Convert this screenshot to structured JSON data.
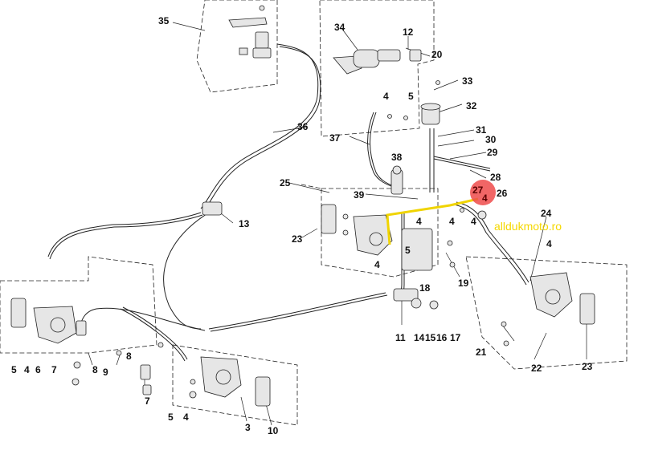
{
  "diagram": {
    "watermark": "alldukmoto.ro",
    "highlight_color": "#f0d400",
    "callout_color": "#ee4b4b",
    "callout": {
      "top": "27",
      "bottom": "4"
    },
    "labels": {
      "l35": "35",
      "l34": "34",
      "l12": "12",
      "l20": "20",
      "l33": "33",
      "l4a": "4",
      "l5a": "5",
      "l32": "32",
      "l36": "36",
      "l31": "31",
      "l30": "30",
      "l37": "37",
      "l38": "38",
      "l29": "29",
      "l28": "28",
      "l25": "25",
      "l39": "39",
      "l26": "26",
      "l24": "24",
      "l23a": "23",
      "l4b": "4",
      "l4c": "4",
      "l4d": "4",
      "l13": "13",
      "l5b": "5",
      "l4e": "4",
      "l18": "18",
      "l19": "19",
      "l11": "11",
      "l14": "14",
      "l15": "15",
      "l16": "16",
      "l17": "17",
      "l21": "21",
      "l22": "22",
      "l23b": "23",
      "l5c": "5",
      "l4f": "4",
      "l6": "6",
      "l7a": "7",
      "l8a": "8",
      "l9": "9",
      "l8b": "8",
      "l7b": "7",
      "l5d": "5",
      "l4g": "4",
      "l3": "3",
      "l10": "10",
      "l4h": "4"
    }
  }
}
